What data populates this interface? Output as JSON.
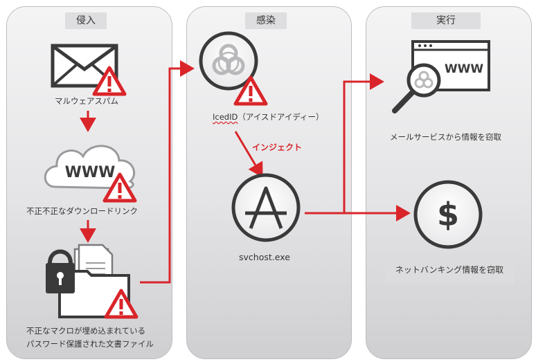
{
  "stages": {
    "intrusion": "侵入",
    "infection": "感染",
    "execution": "実行"
  },
  "labels": {
    "malware_spam": "マルウェアスパム",
    "unauthorized_link": "不正不正なダウンロードリンク",
    "macro_doc_line1": "不正なマクロが埋め込まれている",
    "macro_doc_line2": "パスワード保護された文書ファイル",
    "icedid_name": "IcedID",
    "icedid_reading": "（アイスドアイディー）",
    "inject": "インジェクト",
    "svchost": "svchost.exe",
    "mail_steal": "メールサービスから情報を窃取",
    "bank_steal": "ネットバンキング情報を窃取"
  },
  "icons": {
    "www_text": "WWW",
    "dollar_text": "$",
    "warning_text": "!"
  },
  "colors": {
    "arrow": "#d9252a",
    "warning_fill": "#ffffff",
    "icon_dark": "#3a3a3a"
  }
}
